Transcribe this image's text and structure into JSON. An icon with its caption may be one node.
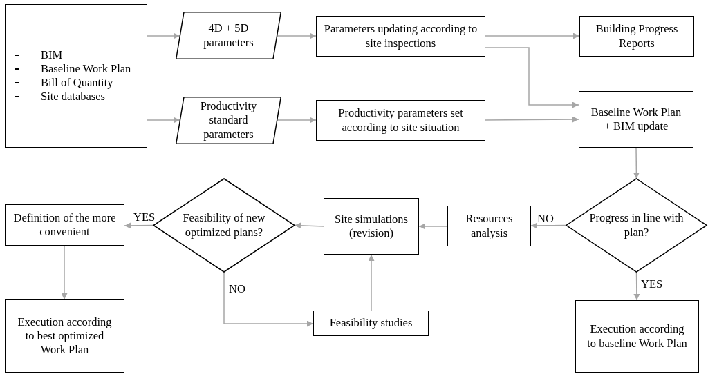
{
  "diagram": {
    "nodes": [
      {
        "text": [
          "BIM",
          "Baseline Work Plan",
          "Bill of Quantity",
          "Site databases"
        ]
      },
      {
        "text": [
          "4D + 5D parameters"
        ]
      },
      {
        "text": [
          "Productivity standard parameters"
        ]
      },
      {
        "text": [
          "Parameters updating according to site inspections"
        ]
      },
      {
        "text": [
          "Productivity parameters set according to site situation"
        ]
      },
      {
        "text": [
          "Building Progress Reports"
        ]
      },
      {
        "text": [
          "Baseline Work Plan + BIM update"
        ]
      },
      {
        "text": [
          "Progress in line with plan?"
        ]
      },
      {
        "text": [
          "Resources analysis"
        ]
      },
      {
        "text": [
          "Site simulations (revision)"
        ]
      },
      {
        "text": [
          "Feasibility of new optimized plans?"
        ]
      },
      {
        "text": [
          "Definition of the more convenient"
        ]
      },
      {
        "text": [
          "Execution according to best optimized Work Plan"
        ]
      },
      {
        "text": [
          "Feasibility studies"
        ]
      },
      {
        "text": [
          "Execution according to baseline Work Plan"
        ]
      }
    ],
    "edges": [
      {
        "from": 0,
        "to": 1,
        "arrow": "to"
      },
      {
        "from": 0,
        "to": 2,
        "arrow": "to"
      },
      {
        "from": 1,
        "to": 3,
        "arrow": "to"
      },
      {
        "from": 2,
        "to": 4,
        "arrow": "to"
      },
      {
        "from": 3,
        "to": 5,
        "arrow": "to"
      },
      {
        "from": 3,
        "to": 6,
        "arrow": "to"
      },
      {
        "from": 4,
        "to": 6,
        "arrow": "to"
      },
      {
        "from": 6,
        "to": 7,
        "arrow": "to"
      },
      {
        "from": 7,
        "to": 8,
        "arrow": "to",
        "label": "NO"
      },
      {
        "from": 8,
        "to": 9,
        "arrow": "to"
      },
      {
        "from": 9,
        "to": 10,
        "arrow": "to"
      },
      {
        "from": 10,
        "to": 11,
        "arrow": "to",
        "label": "YES"
      },
      {
        "from": 11,
        "to": 12,
        "arrow": "to"
      },
      {
        "from": 10,
        "to": 13,
        "arrow": "to",
        "label": "NO"
      },
      {
        "from": 13,
        "to": 9,
        "arrow": "to"
      },
      {
        "from": 7,
        "to": 14,
        "arrow": "to",
        "label": "YES"
      }
    ]
  }
}
